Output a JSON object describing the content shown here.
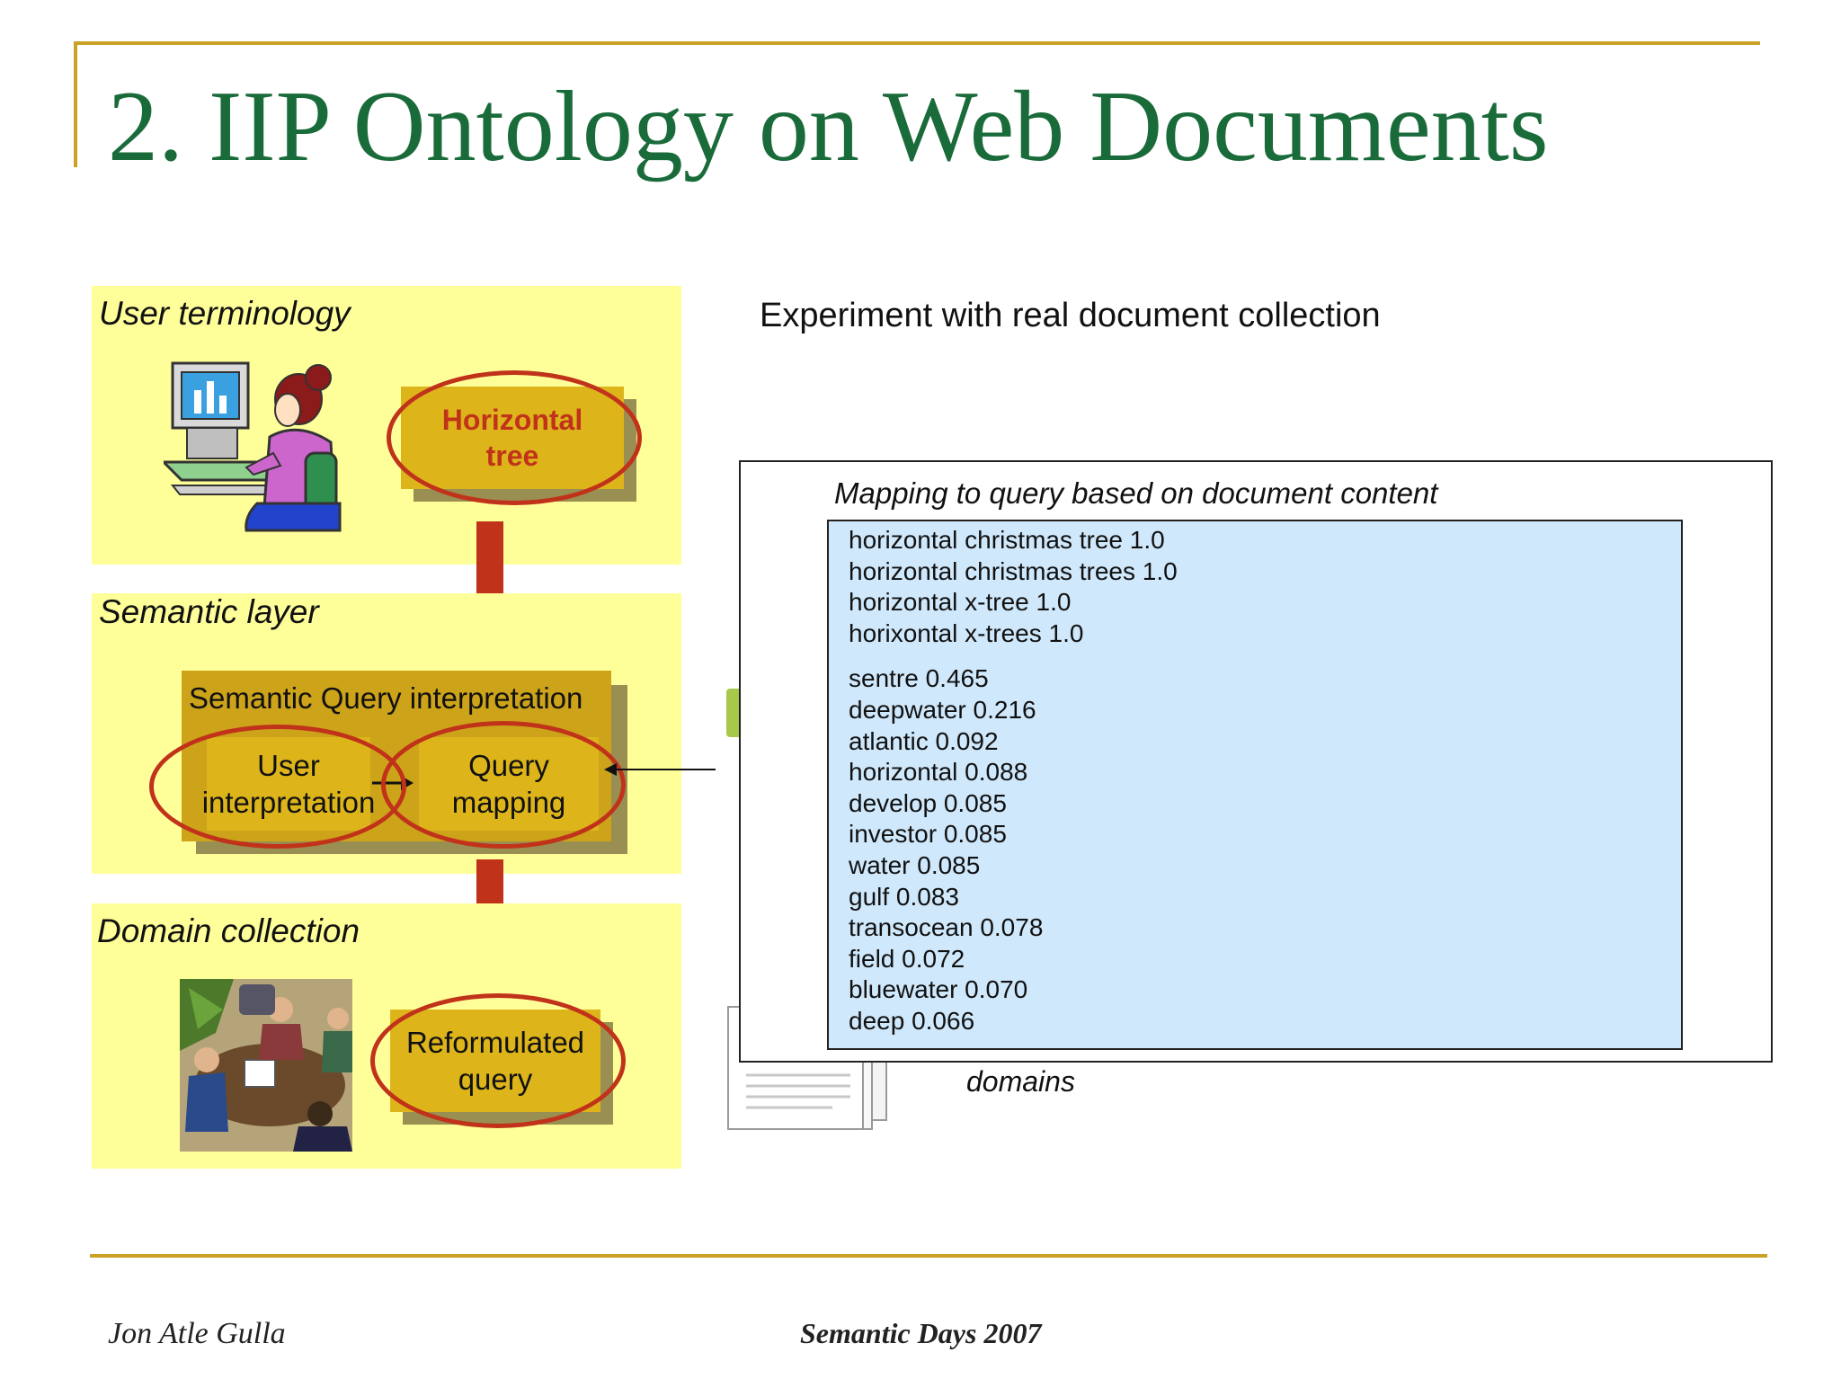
{
  "slide": {
    "title": "2. IIP Ontology on Web Documents",
    "footer_author": "Jon Atle Gulla",
    "footer_event": "Semantic Days 2007"
  },
  "diagram": {
    "user_terminology": {
      "label": "User terminology",
      "box": "Horizontal tree",
      "box_lines": [
        "Horizontal",
        "tree"
      ]
    },
    "semantic_layer": {
      "label": "Semantic layer",
      "group_label": "Semantic Query interpretation",
      "user_interpretation_lines": [
        "User",
        "interpretation"
      ],
      "query_mapping_lines": [
        "Query",
        "mapping"
      ]
    },
    "domain_collection": {
      "label": "Domain collection",
      "box_lines": [
        "Reformulated",
        "query"
      ]
    },
    "colors": {
      "panel": "#ffff99",
      "box": "#ddb51b",
      "arrow": "#c0331a",
      "title": "#1a6b3a",
      "rule": "#c9a227",
      "terms_bg": "#cfe8fb"
    }
  },
  "right_panel": {
    "heading": "Experiment with real document collection",
    "mapping_label": "Mapping to query based on document content",
    "terms_primary": [
      "horizontal christmas tree 1.0",
      "horizontal christmas trees 1.0",
      "horizontal x-tree 1.0",
      "horixontal x-trees 1.0"
    ],
    "terms_weighted": [
      "sentre 0.465",
      "deepwater 0.216",
      "atlantic 0.092",
      "horizontal 0.088",
      "develop 0.085",
      "investor 0.085",
      "water 0.085",
      "gulf 0.083",
      "transocean 0.078",
      "field 0.072",
      "bluewater 0.070",
      "deep 0.066"
    ],
    "domains_label": "domains"
  }
}
